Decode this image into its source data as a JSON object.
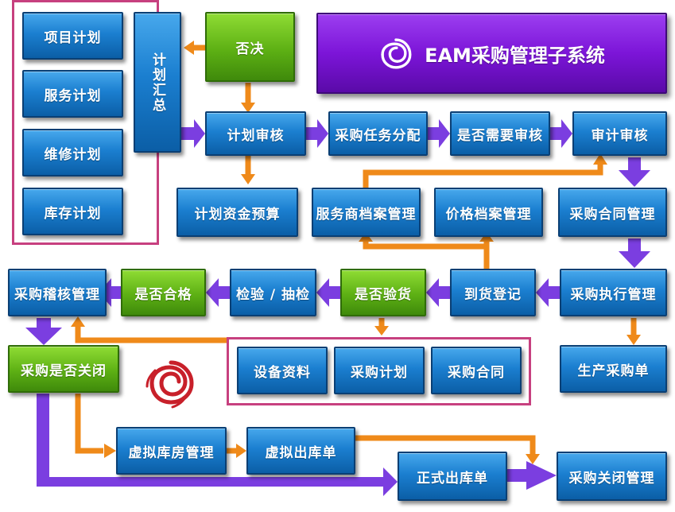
{
  "title": "EAM采购管理子系统",
  "plans": [
    "项目计划",
    "服务计划",
    "维修计划",
    "库存计划"
  ],
  "summary": "计划汇总",
  "reject": "否决",
  "plan_review": "计划审核",
  "task_assign": "采购任务分配",
  "need_audit": "是否需要审核",
  "audit": "审计审核",
  "fund_budget": "计划资金预算",
  "supplier_archive": "服务商档案管理",
  "price_archive": "价格档案管理",
  "contract_mgmt": "采购合同管理",
  "exec_mgmt": "采购执行管理",
  "arrival": "到货登记",
  "need_inspect": "是否验货",
  "inspect": "检验 / 抽检",
  "qualified": "是否合格",
  "check_mgmt": "采购稽核管理",
  "prod_order": "生产采购单",
  "docs": [
    "设备资料",
    "采购计划",
    "采购合同"
  ],
  "close_q": "采购是否关闭",
  "virtual_wh": "虚拟库房管理",
  "virtual_out": "虚拟出库单",
  "formal_out": "正式出库单",
  "close_mgmt": "采购关闭管理",
  "colors": {
    "orange": "#ef8a1a",
    "purple": "#7b3ee0",
    "frame": "#c7407f",
    "logo": "#c8202a"
  }
}
